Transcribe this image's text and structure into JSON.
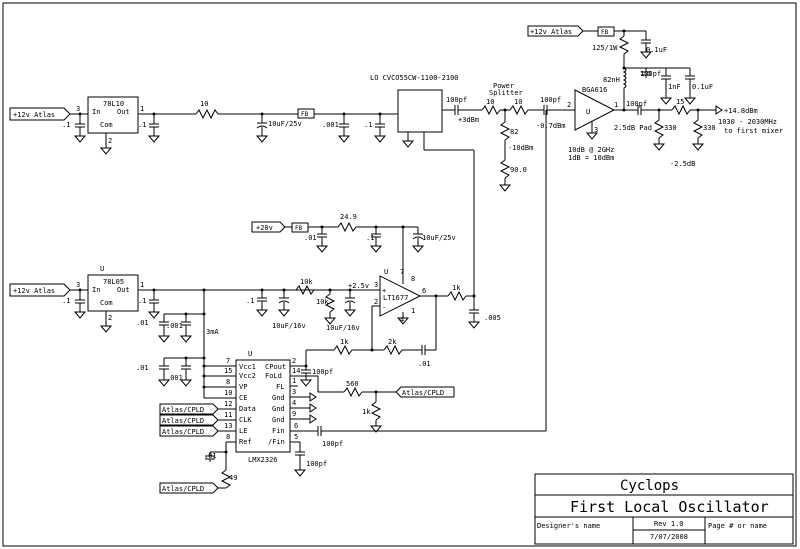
{
  "title_block": {
    "project": "Cyclops",
    "sheet": "First Local Oscillator",
    "designer": "Designer's name",
    "rev": "Rev 1.0",
    "date": "7/07/2008",
    "page": "Page # or name"
  },
  "ports": {
    "v12_a": "+12v Atlas",
    "v12_b": "+12v Atlas",
    "v12_c": "+12v Atlas",
    "v20": "+20v",
    "fb": "FB",
    "atlas_cpld": "Atlas/CPLD"
  },
  "labels": {
    "reg1_name": "78L10",
    "reg2_name": "78L05",
    "reg2_u": "U",
    "in": "In",
    "out": "Out",
    "com": "Com",
    "vco": "LO  CVCO55CW-1100-2100",
    "splitter_1": "Power",
    "splitter_2": "Splitter",
    "amp": "BGA616",
    "amp_u": "U",
    "opamp": "LT1677",
    "opamp_u": "U",
    "pll": "LMX2326",
    "pll_u": "U",
    "ma3": "3mA",
    "v2_5": "+2.5v",
    "gain1": "+3dBm",
    "gain2": "-0.7dBm",
    "gain3": "-10dBm",
    "gain4": "10dB @ 2GHz",
    "gain5": "1dB = 10dBm",
    "pad": "2.5dB Pad",
    "out_level": "+14.8dBm",
    "out_freq": "1030 - 2030MHz",
    "out_dest": "to first mixer",
    "out_att": "-2.5dB"
  },
  "parts": {
    "r10a": "10",
    "r10b": "10",
    "r10c": "10",
    "r15": "15",
    "r82": "82",
    "r90": "90.0",
    "r125": "125/1W",
    "l82n": "82nH",
    "r330a": "330",
    "r330b": "330",
    "r249": "24.9",
    "r10k1": "10k",
    "r10k2": "10k",
    "r1k1": "1k",
    "r1k2": "1k",
    "r1k3": "1k",
    "r2k": "2k",
    "r560": "560",
    "r49": "49",
    "c01": ".1",
    "c02": ".1",
    "c03": ".1",
    "c04": ".1",
    "c05": ".1",
    "c06": ".1",
    "c07": ".1",
    "c001a": ".001",
    "c001b": ".001",
    "c001c": ".001",
    "c01a": ".01",
    "c01b": ".01",
    "c01c": ".01",
    "c01d": ".01",
    "c01e": ".01",
    "c005": ".005",
    "c10u25a": "10uF/25v",
    "c10u25b": "10uF/25v",
    "c10u16a": "10uF/16v",
    "c10u16b": "10uF/16v",
    "c100pa": "100pf",
    "c100pb": "100pf",
    "c100pc": "100pf",
    "c100pd": "100pf",
    "c100pe": "100pf",
    "c100pf": "100pf",
    "c100pg": "100pf",
    "c01uf1": "0.1uF",
    "c01uf2": "0.1uF",
    "c1nf": "1nF"
  },
  "pins": {
    "vcc1": "Vcc1",
    "vcc2": "Vcc2",
    "vp": "VP",
    "ce": "CE",
    "data": "Data",
    "clk": "CLK",
    "le": "LE",
    "ref": "Ref",
    "cpout": "CPout",
    "fold": "FoLd",
    "fl": "FL",
    "gnd": "Gnd",
    "fin": "Fin",
    "nfin": "/Fin"
  }
}
